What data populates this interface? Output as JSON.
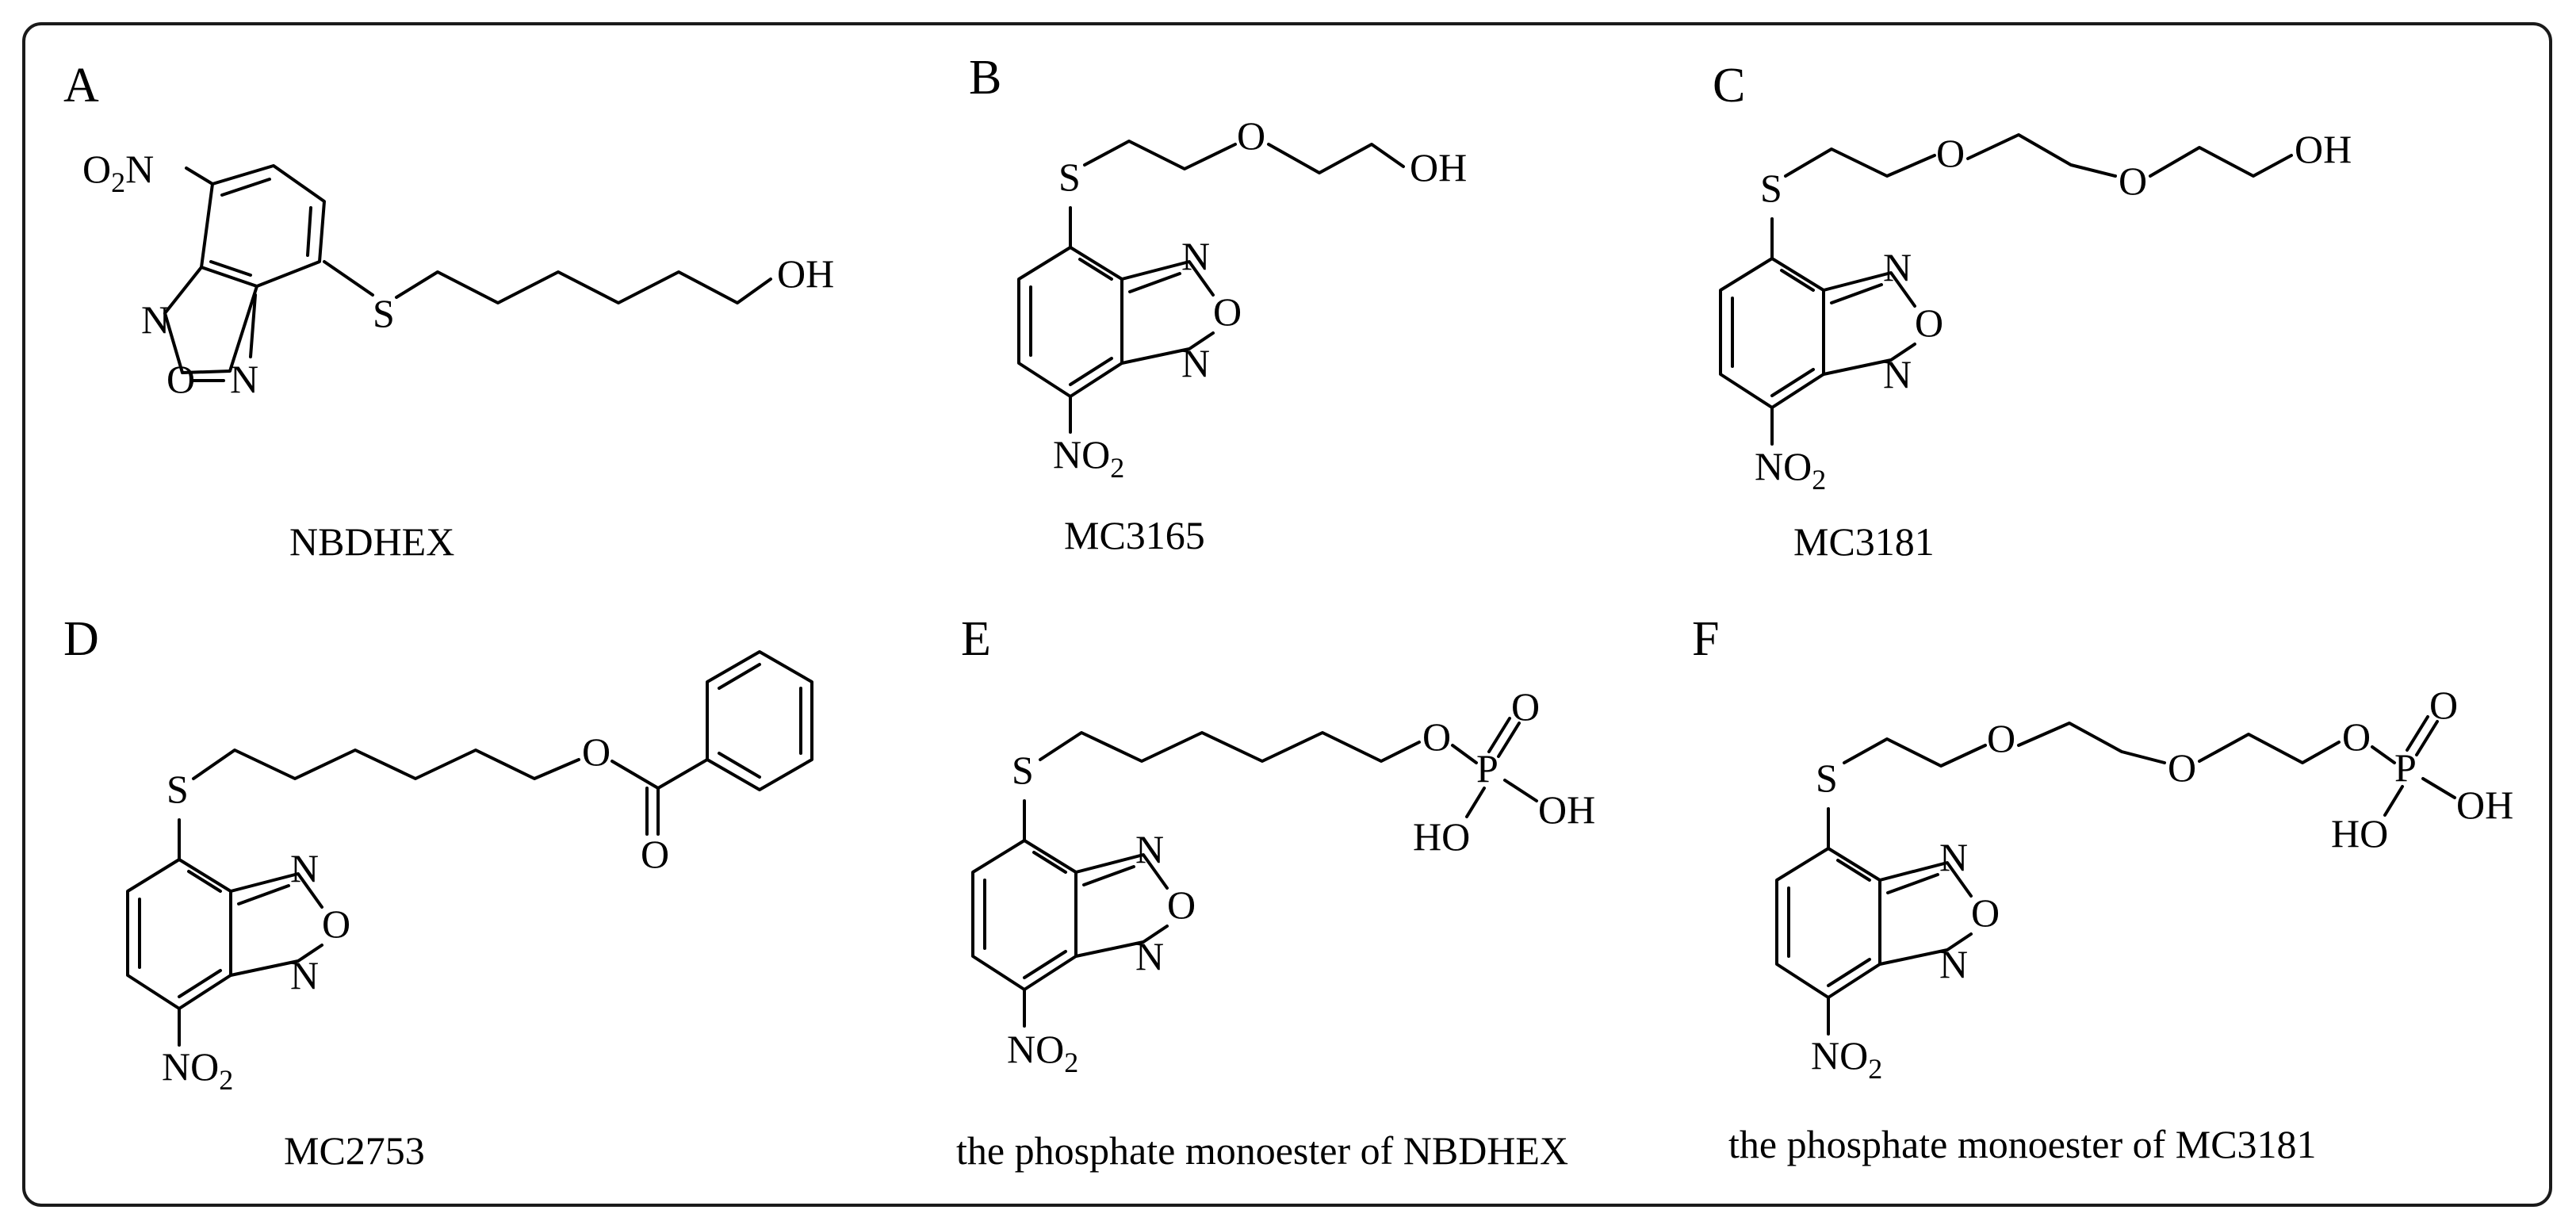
{
  "figure": {
    "panels": [
      {
        "letter": "A",
        "caption": "NBDHEX"
      },
      {
        "letter": "B",
        "caption": "MC3165"
      },
      {
        "letter": "C",
        "caption": "MC3181"
      },
      {
        "letter": "D",
        "caption": "MC2753"
      },
      {
        "letter": "E",
        "caption": "the phosphate monoester of NBDHEX"
      },
      {
        "letter": "F",
        "caption": "the phosphate monoester of MC3181"
      }
    ]
  },
  "atoms": {
    "S": "S",
    "O": "O",
    "N": "N",
    "P": "P",
    "OH": "OH",
    "HO": "HO",
    "nitro_N": "N",
    "nitro_O": "O",
    "nitro_sub": "2"
  },
  "colors": {
    "ink": "#000000",
    "frame": "#1a1a1a",
    "background": "#ffffff"
  }
}
